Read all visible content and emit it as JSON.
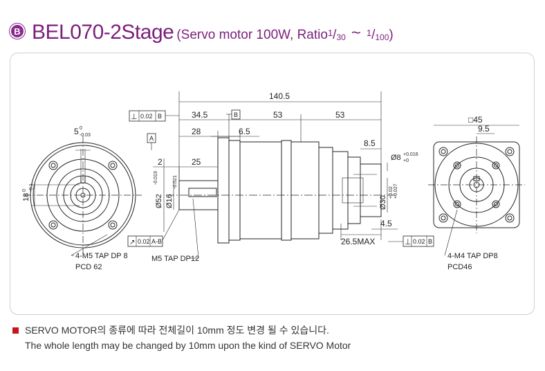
{
  "header": {
    "badge": "B",
    "model": "BEL070-2Stage",
    "spec_prefix": "(Servo motor 100W,  Ratio ",
    "ratio_low_num": "1",
    "ratio_low_den": "30",
    "tilde": "~",
    "ratio_high_num": "1",
    "ratio_high_den": "100",
    "spec_suffix": ")"
  },
  "drawing": {
    "overall_length": "140.5",
    "dim_34_5": "34.5",
    "dim_53_a": "53",
    "dim_53_b": "53",
    "dim_28": "28",
    "dim_6_5": "6.5",
    "dim_8_5": "8.5",
    "dim_2": "2",
    "dim_25": "25",
    "dim_4_5": "4.5",
    "dim_26_5max": "26.5MAX",
    "key_width": "5",
    "key_tol": "-0.03",
    "key_tol_top": "0",
    "shaft_height": "18",
    "shaft_height_tol": "-0.1",
    "shaft_height_tol_top": "0",
    "dia_52": "Ø52",
    "dia_52_tol": "-0.019",
    "dia_16": "Ø16",
    "dia_16_tol": "-0.021",
    "dia_8": "Ø8",
    "dia_8_tol_top": "+0.016",
    "dia_8_tol_bot": "+0",
    "dia_30": "Ø30",
    "dia_30_tol_top": "+0.02",
    "dia_30_tol_bot": "+0.027",
    "square_45": "□45",
    "dim_9_5": "9.5",
    "perp_top": "⊥",
    "perp_top_val": "0.02",
    "perp_top_ref": "B",
    "datum_a": "A",
    "datum_b": "B",
    "runout_sym": "↗",
    "runout_val": "0.02",
    "runout_ref": "A-B",
    "perp_right_val": "0.02",
    "perp_right_ref": "B",
    "left_callout_1": "4-M5 TAP DP 8",
    "left_callout_2": "PCD 62",
    "mid_callout": "M5 TAP DP12",
    "right_callout_1": "4-M4 TAP DP8",
    "right_callout_2": "PCD46"
  },
  "notes": {
    "korean": "SERVO MOTOR의 종류에 따라 전체길이 10mm 정도 변경 될 수 있습니다.",
    "english": "The whole length may be changed by 10mm upon the kind of SERVO Motor"
  },
  "colors": {
    "accent": "#7b1f7c",
    "bullet": "#c4161c",
    "line": "#222222"
  }
}
